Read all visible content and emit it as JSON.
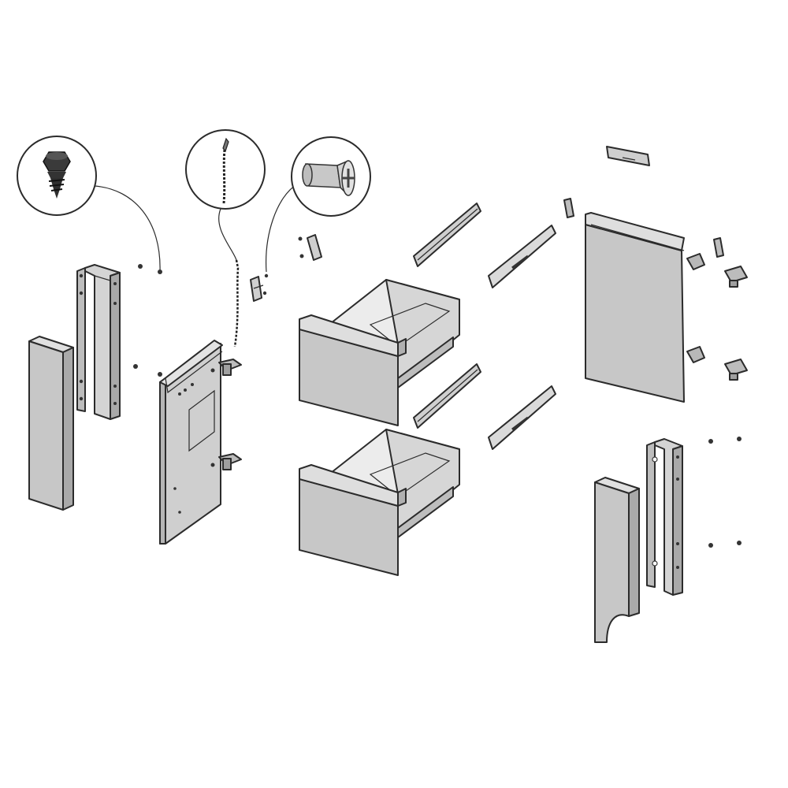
{
  "diagram": {
    "kind": "exploded-assembly-view",
    "colors": {
      "panel_front": "#c7c7c7",
      "panel_side": "#dcdcdc",
      "panel_dark": "#a9a9a9",
      "outline": "#2b2b2b",
      "callout_fill": "#ffffff",
      "screw_dark": "#3a3a3a"
    },
    "callouts": [
      "self-tapping-screw",
      "ground-cable",
      "countersunk-bolt"
    ]
  }
}
